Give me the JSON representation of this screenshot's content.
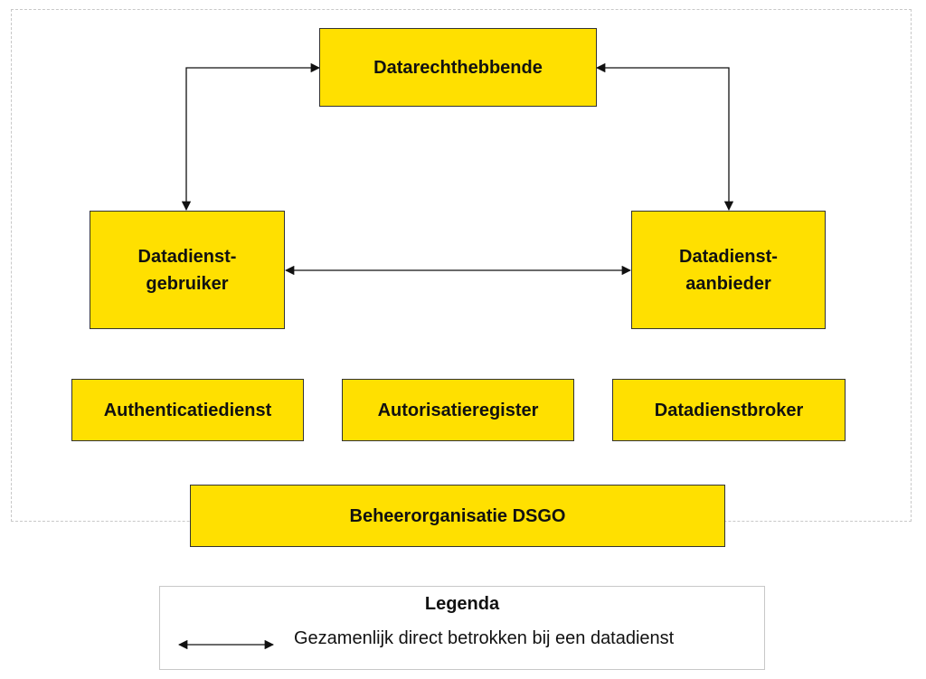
{
  "colors": {
    "box_fill": "#ffe000",
    "box_border": "#333333",
    "arrow": "#111111",
    "frame_border": "#c8c8c8"
  },
  "nodes": {
    "datarechthebbende": "Datarechthebbende",
    "datadienst_gebruiker": "Datadienst-\ngebruiker",
    "datadienst_aanbieder": "Datadienst-\naanbieder",
    "authenticatiedienst": "Authenticatiedienst",
    "autorisatieregister": "Autorisatieregister",
    "datadienstbroker": "Datadienstbroker",
    "beheerorganisatie": "Beheerorganisatie DSGO"
  },
  "edges": [
    {
      "from": "Datarechthebbende",
      "to": "Datadienst-gebruiker",
      "type": "bidirectional"
    },
    {
      "from": "Datarechthebbende",
      "to": "Datadienst-aanbieder",
      "type": "bidirectional"
    },
    {
      "from": "Datadienst-gebruiker",
      "to": "Datadienst-aanbieder",
      "type": "bidirectional"
    }
  ],
  "legend": {
    "title": "Legenda",
    "items": [
      {
        "symbol": "bidirectional-arrow",
        "label": "Gezamenlijk direct betrokken bij een datadienst"
      }
    ]
  }
}
